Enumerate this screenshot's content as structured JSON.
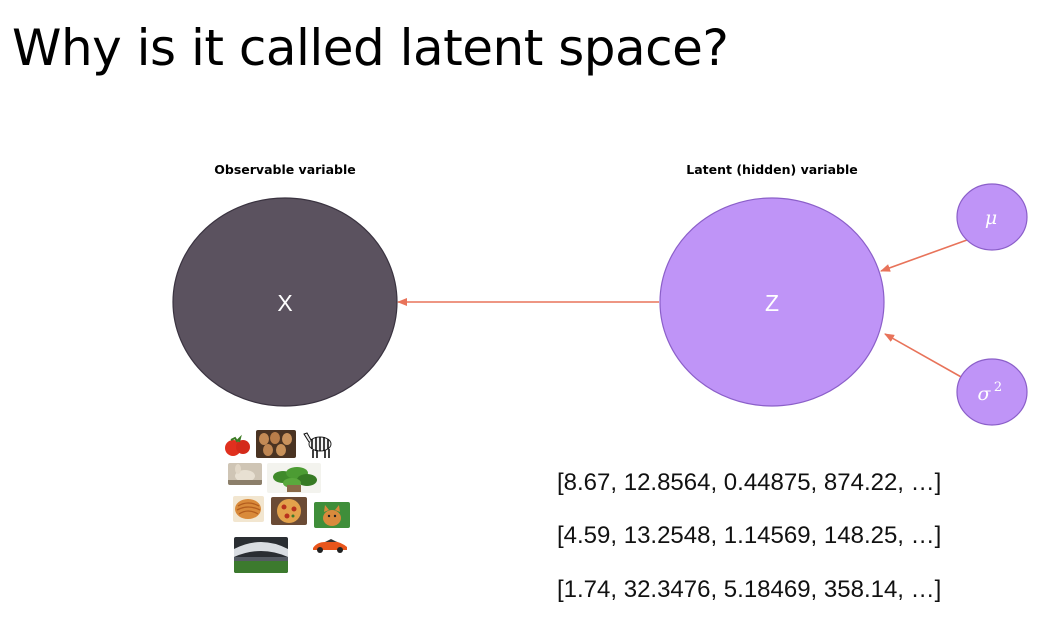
{
  "slide": {
    "title": "Why is it called latent space?"
  },
  "diagram": {
    "observable_label": "Observable variable",
    "latent_label": "Latent (hidden) variable",
    "observable_node": {
      "symbol": "X",
      "fill": "#5b525f",
      "stroke": "#3a3340"
    },
    "latent_node": {
      "symbol": "Z",
      "fill": "#bf94f7",
      "stroke": "#8b5fc9"
    },
    "mu_node": {
      "symbol": "μ",
      "fill": "#bf94f7"
    },
    "sigma_node": {
      "symbol": "σ",
      "superscript": "2",
      "fill": "#bf94f7"
    },
    "arrow_color": "#e8735a"
  },
  "vectors": [
    "[8.67, 12.8564, 0.44875, 874.22, …]",
    "[4.59, 13.2548, 1.14569, 148.25, …]",
    "[1.74, 32.3476, 5.18469, 358.14, …]"
  ],
  "images": [
    {
      "name": "tomato-image"
    },
    {
      "name": "eggs-image"
    },
    {
      "name": "zebra-image"
    },
    {
      "name": "rabbit-image"
    },
    {
      "name": "plant-image"
    },
    {
      "name": "pasta-image"
    },
    {
      "name": "pizza-image"
    },
    {
      "name": "cat-image"
    },
    {
      "name": "stadium-image"
    },
    {
      "name": "sports-car-image"
    }
  ]
}
